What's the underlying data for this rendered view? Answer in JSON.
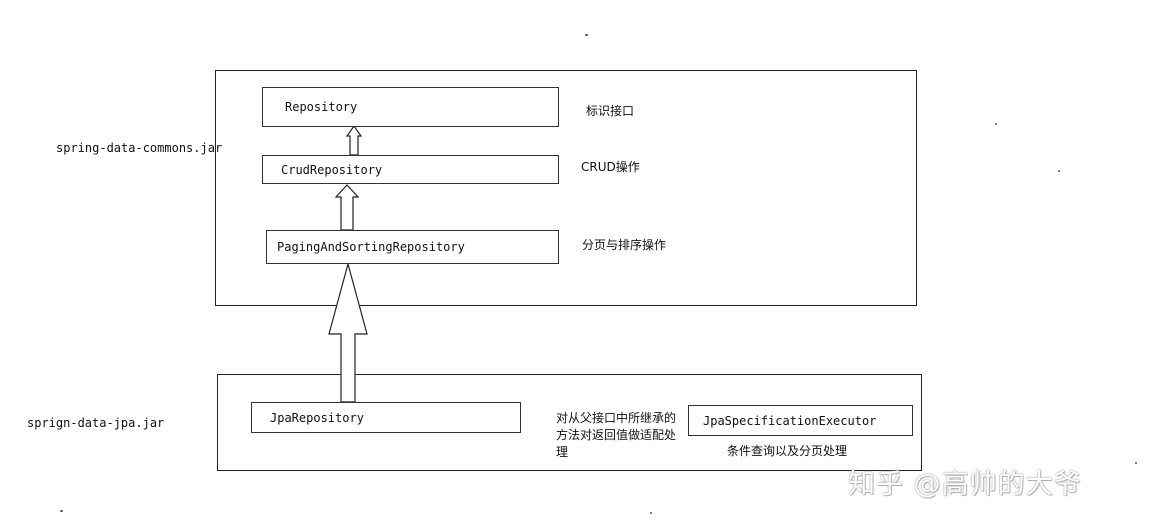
{
  "jars": {
    "commons": "spring-data-commons.jar",
    "jpa": "sprign-data-jpa.jar"
  },
  "nodes": {
    "repository": "Repository",
    "crud_repository": "CrudRepository",
    "paging_repository": "PagingAndSortingRepository",
    "jpa_repository": "JpaRepository",
    "jpa_spec_executor": "JpaSpecificationExecutor"
  },
  "notes": {
    "repository": "标识接口",
    "crud_repository": "CRUD操作",
    "paging_repository": "分页与排序操作",
    "jpa_repository": "对从父接口中所继承的方法对返回值做适配处理",
    "jpa_spec_executor": "条件查询以及分页处理"
  },
  "watermark": "知乎 @高帅的大爷"
}
